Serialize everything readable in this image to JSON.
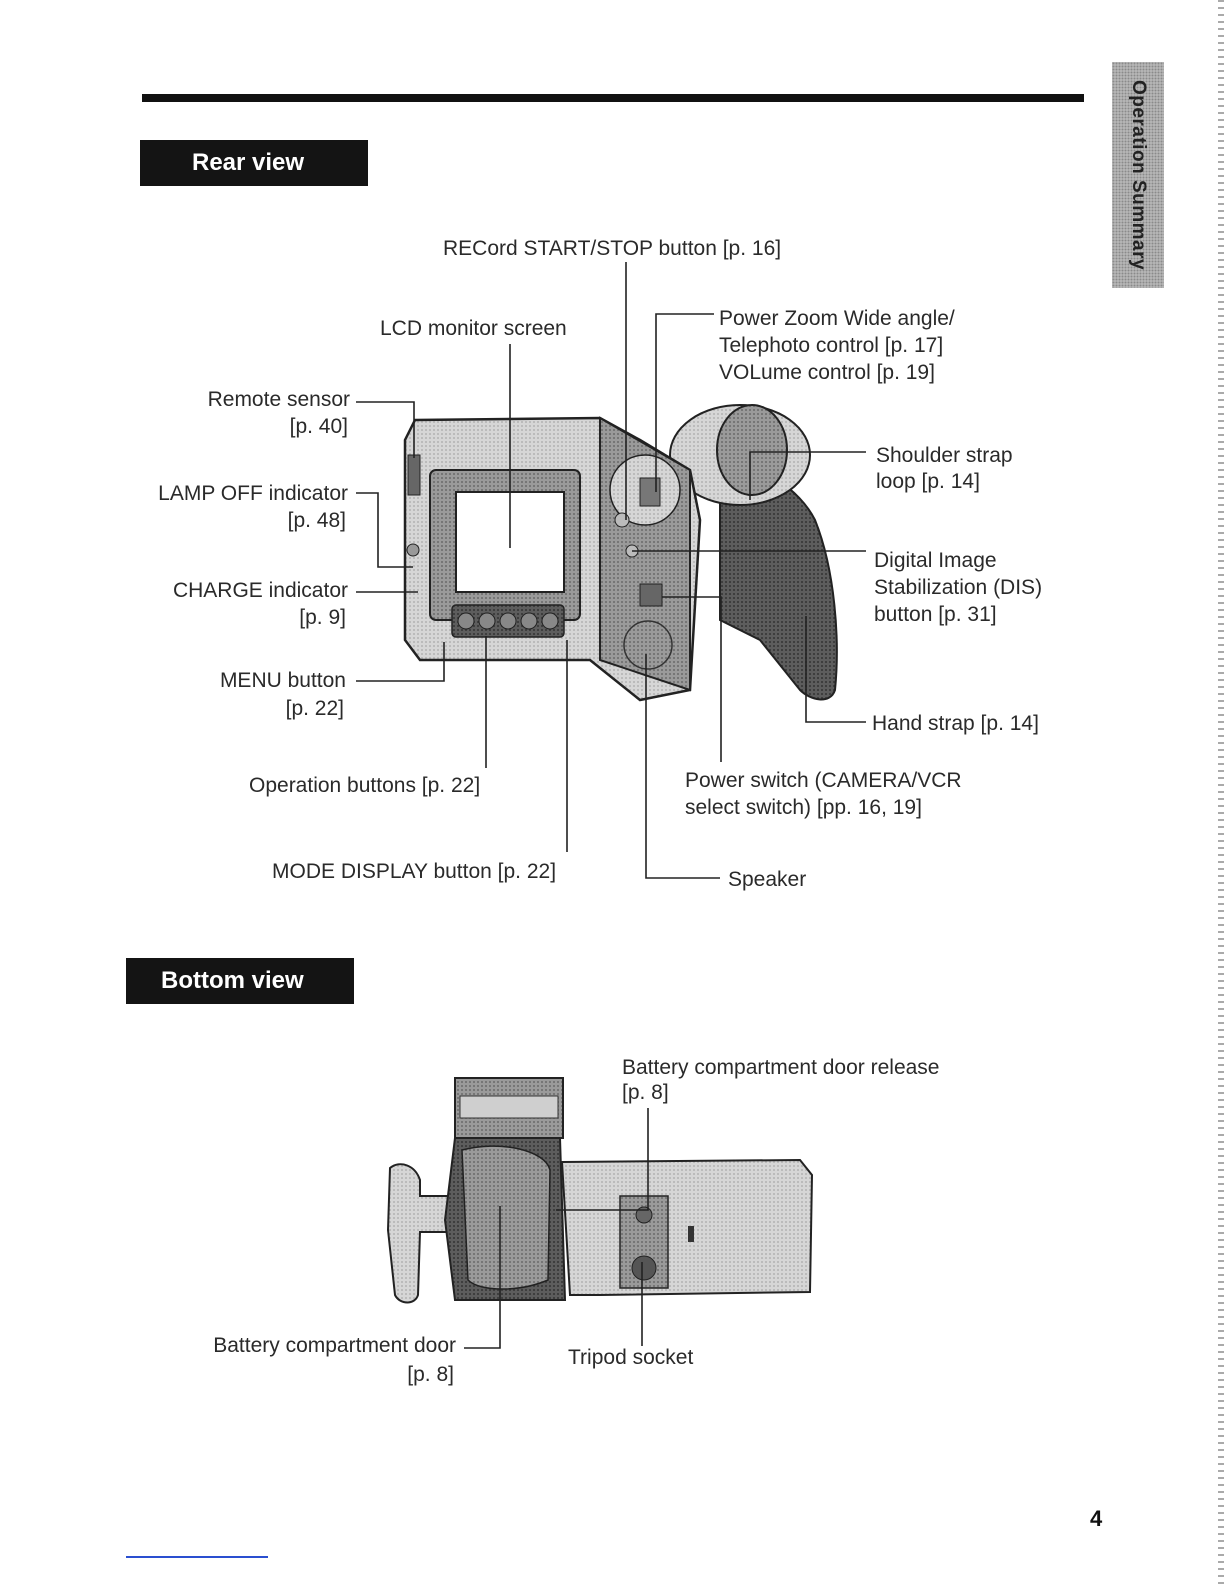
{
  "side_tab": "Operation Summary",
  "rear_view": {
    "heading": "Rear view",
    "labels": {
      "record": "RECord START/STOP button [p. 16]",
      "lcd": "LCD monitor screen",
      "zoom_1": "Power Zoom Wide angle/",
      "zoom_2": "Telephoto control [p. 17]",
      "zoom_3": "VOLume control [p. 19]",
      "remote_1": "Remote sensor",
      "remote_2": "[p. 40]",
      "lamp_1": "LAMP OFF indicator",
      "lamp_2": "[p. 48]",
      "charge_1": "CHARGE indicator",
      "charge_2": "[p. 9]",
      "menu_1": "MENU button",
      "menu_2": "[p. 22]",
      "operation": "Operation buttons [p. 22]",
      "mode": "MODE DISPLAY button [p. 22]",
      "shoulder_1": "Shoulder strap",
      "shoulder_2": "loop [p. 14]",
      "dis_1": "Digital Image",
      "dis_2": "Stabilization (DIS)",
      "dis_3": "button [p. 31]",
      "hand": "Hand strap [p. 14]",
      "power_1": "Power switch (CAMERA/VCR",
      "power_2": "select switch) [pp. 16, 19]",
      "speaker": "Speaker"
    }
  },
  "bottom_view": {
    "heading": "Bottom view",
    "labels": {
      "release_1": "Battery compartment door release",
      "release_2": "[p. 8]",
      "door_1": "Battery compartment door",
      "door_2": "[p. 8]",
      "tripod": "Tripod socket"
    }
  },
  "page_number": "4"
}
